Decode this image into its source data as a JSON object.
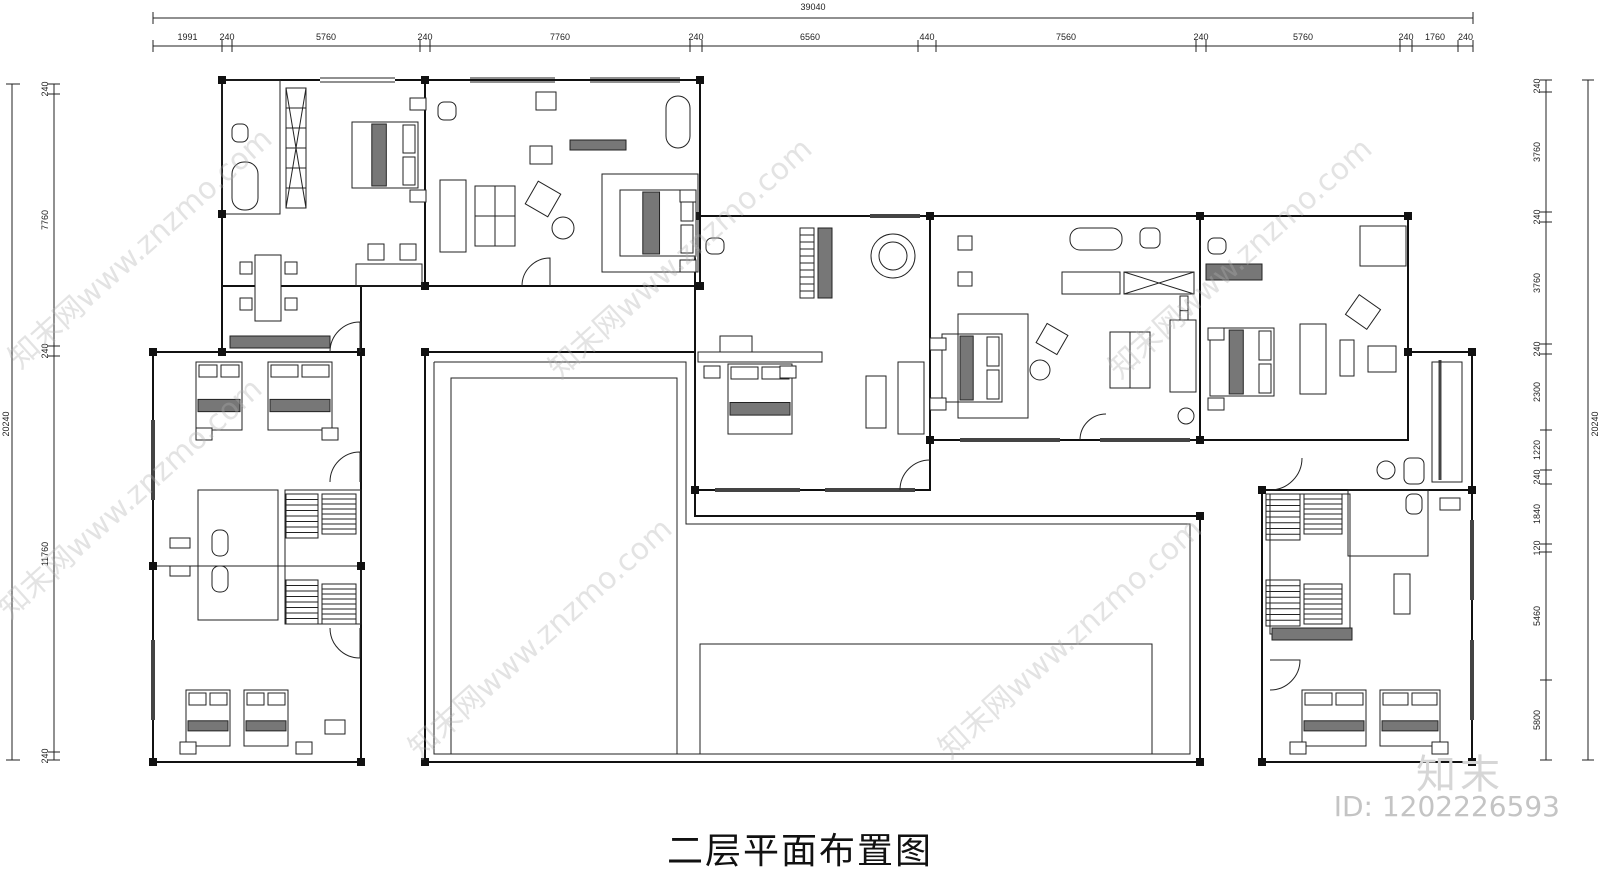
{
  "drawing": {
    "title": "二层平面布置图",
    "dims_top_total": "39040",
    "dims_top": [
      "1991",
      "240",
      "5760",
      "240",
      "7760",
      "240",
      "6560",
      "440",
      "7560",
      "240",
      "5760",
      "240",
      "1760",
      "240"
    ],
    "dims_left": [
      "240",
      "7760",
      "240",
      "11760",
      "240"
    ],
    "dim_left_total": "20240",
    "dims_right": [
      "240",
      "3760",
      "240",
      "3760",
      "240",
      "2300",
      "1220",
      "240",
      "1840",
      "120",
      "5460",
      "5800"
    ],
    "dim_right_total": "20240"
  },
  "watermark": {
    "text": "知末网www.znzmo.com",
    "logo": "知末",
    "id": "ID: 1202226593"
  }
}
